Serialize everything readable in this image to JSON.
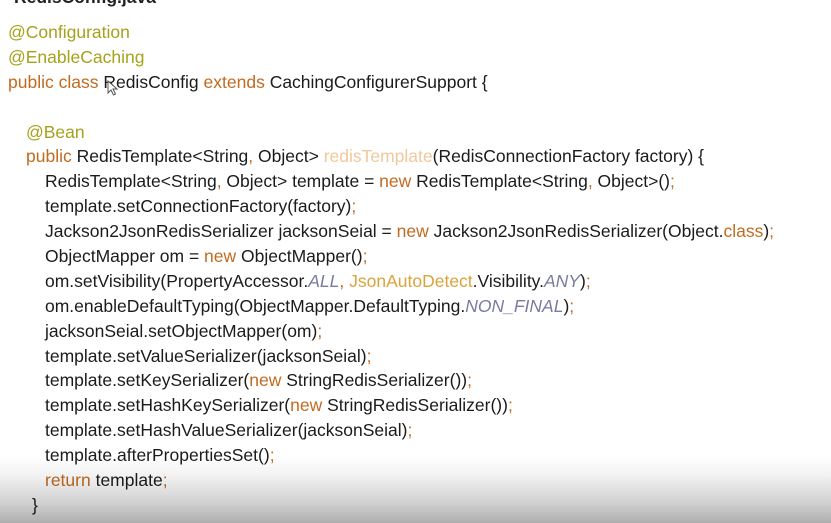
{
  "slide": {
    "title": "RedisConfig.java"
  },
  "code": {
    "lines": [
      {
        "indent": 0,
        "tokens": [
          {
            "t": "@Configuration",
            "c": "ann"
          }
        ]
      },
      {
        "indent": 0,
        "tokens": [
          {
            "t": "@EnableCaching",
            "c": "ann"
          }
        ]
      },
      {
        "indent": 0,
        "tokens": [
          {
            "t": "public class ",
            "c": "kw"
          },
          {
            "t": "RedisConfig ",
            "c": "txt"
          },
          {
            "t": "extends ",
            "c": "kw"
          },
          {
            "t": "CachingConfigurerSupport {",
            "c": "txt"
          }
        ]
      },
      {
        "indent": 0,
        "tokens": []
      },
      {
        "indent": 18,
        "tokens": [
          {
            "t": "@Bean",
            "c": "ann"
          }
        ]
      },
      {
        "indent": 18,
        "tokens": [
          {
            "t": "public ",
            "c": "kw"
          },
          {
            "t": "RedisTemplate<String",
            "c": "txt"
          },
          {
            "t": ", ",
            "c": "kw"
          },
          {
            "t": "Object> ",
            "c": "txt"
          },
          {
            "t": "redisTemplate",
            "c": "meth"
          },
          {
            "t": "(RedisConnectionFactory factory) {",
            "c": "txt"
          }
        ]
      },
      {
        "indent": 37,
        "tokens": [
          {
            "t": "RedisTemplate<String",
            "c": "txt"
          },
          {
            "t": ", ",
            "c": "kw"
          },
          {
            "t": "Object> template = ",
            "c": "txt"
          },
          {
            "t": "new ",
            "c": "kw"
          },
          {
            "t": "RedisTemplate<String",
            "c": "txt"
          },
          {
            "t": ", ",
            "c": "kw"
          },
          {
            "t": "Object>()",
            "c": "txt"
          },
          {
            "t": ";",
            "c": "kw"
          }
        ]
      },
      {
        "indent": 37,
        "tokens": [
          {
            "t": "template.setConnectionFactory(factory)",
            "c": "txt"
          },
          {
            "t": ";",
            "c": "kw"
          }
        ]
      },
      {
        "indent": 37,
        "tokens": [
          {
            "t": "Jackson2JsonRedisSerializer jacksonSeial = ",
            "c": "txt"
          },
          {
            "t": "new ",
            "c": "kw"
          },
          {
            "t": "Jackson2JsonRedisSerializer(Object.",
            "c": "txt"
          },
          {
            "t": "class",
            "c": "kw"
          },
          {
            "t": ")",
            "c": "txt"
          },
          {
            "t": ";",
            "c": "kw"
          }
        ]
      },
      {
        "indent": 37,
        "tokens": [
          {
            "t": "ObjectMapper om = ",
            "c": "txt"
          },
          {
            "t": "new ",
            "c": "kw"
          },
          {
            "t": "ObjectMapper()",
            "c": "txt"
          },
          {
            "t": ";",
            "c": "kw"
          }
        ]
      },
      {
        "indent": 37,
        "tokens": [
          {
            "t": "om.setVisibility(PropertyAccessor.",
            "c": "txt"
          },
          {
            "t": "ALL",
            "c": "itl"
          },
          {
            "t": ", ",
            "c": "kw"
          },
          {
            "t": "JsonAutoDetect",
            "c": "cls"
          },
          {
            "t": ".Visibility.",
            "c": "txt"
          },
          {
            "t": "ANY",
            "c": "itl"
          },
          {
            "t": ")",
            "c": "txt"
          },
          {
            "t": ";",
            "c": "kw"
          }
        ]
      },
      {
        "indent": 37,
        "tokens": [
          {
            "t": "om.enableDefaultTyping(ObjectMapper.DefaultTyping.",
            "c": "txt"
          },
          {
            "t": "NON_FINAL",
            "c": "itl"
          },
          {
            "t": ")",
            "c": "txt"
          },
          {
            "t": ";",
            "c": "kw"
          }
        ]
      },
      {
        "indent": 37,
        "tokens": [
          {
            "t": "jacksonSeial.setObjectMapper(om)",
            "c": "txt"
          },
          {
            "t": ";",
            "c": "kw"
          }
        ]
      },
      {
        "indent": 37,
        "tokens": [
          {
            "t": "template.setValueSerializer(jacksonSeial)",
            "c": "txt"
          },
          {
            "t": ";",
            "c": "kw"
          }
        ]
      },
      {
        "indent": 37,
        "tokens": [
          {
            "t": "template.setKeySerializer(",
            "c": "txt"
          },
          {
            "t": "new ",
            "c": "kw"
          },
          {
            "t": "StringRedisSerializer())",
            "c": "txt"
          },
          {
            "t": ";",
            "c": "kw"
          }
        ]
      },
      {
        "indent": 37,
        "tokens": [
          {
            "t": "template.setHashKeySerializer(",
            "c": "txt"
          },
          {
            "t": "new ",
            "c": "kw"
          },
          {
            "t": "StringRedisSerializer())",
            "c": "txt"
          },
          {
            "t": ";",
            "c": "kw"
          }
        ]
      },
      {
        "indent": 37,
        "tokens": [
          {
            "t": "template.setHashValueSerializer(jacksonSeial)",
            "c": "txt"
          },
          {
            "t": ";",
            "c": "kw"
          }
        ]
      },
      {
        "indent": 37,
        "tokens": [
          {
            "t": "template.afterPropertiesSet()",
            "c": "txt"
          },
          {
            "t": ";",
            "c": "kw"
          }
        ]
      },
      {
        "indent": 37,
        "tokens": [
          {
            "t": "return ",
            "c": "kw"
          },
          {
            "t": "template",
            "c": "txt"
          },
          {
            "t": ";",
            "c": "kw"
          }
        ]
      },
      {
        "indent": 24,
        "tokens": [
          {
            "t": "}",
            "c": "txt"
          }
        ]
      }
    ]
  },
  "colors": {
    "annotation": "#a6a21c",
    "keyword": "#c16b21",
    "text": "#1b1b1b",
    "method_name": "#f0c99b",
    "class_ref": "#dba33c",
    "constant": "#7a7aa2"
  },
  "icons": {
    "cursor": "mouse-pointer-icon"
  }
}
